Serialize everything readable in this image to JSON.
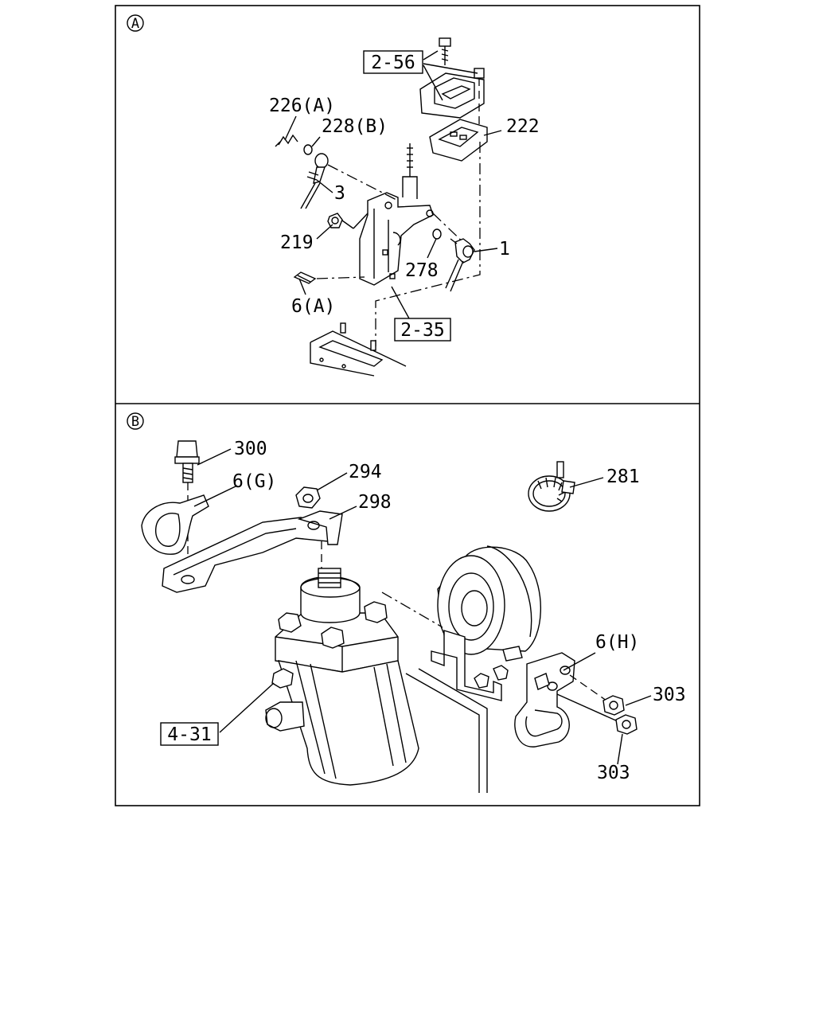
{
  "sections": {
    "a": {
      "marker": "A"
    },
    "b": {
      "marker": "B"
    }
  },
  "callouts": {
    "part_226a": "226(A)",
    "part_228b": "228(B)",
    "part_3": "3",
    "part_219": "219",
    "part_6a": "6(A)",
    "part_278": "278",
    "part_1": "1",
    "part_222": "222",
    "ref_2_56": "2-56",
    "ref_2_35": "2-35",
    "part_300": "300",
    "part_6g": "6(G)",
    "part_294": "294",
    "part_298": "298",
    "part_281": "281",
    "part_6h": "6(H)",
    "part_303_upper": "303",
    "part_303_lower": "303",
    "ref_4_31": "4-31"
  }
}
